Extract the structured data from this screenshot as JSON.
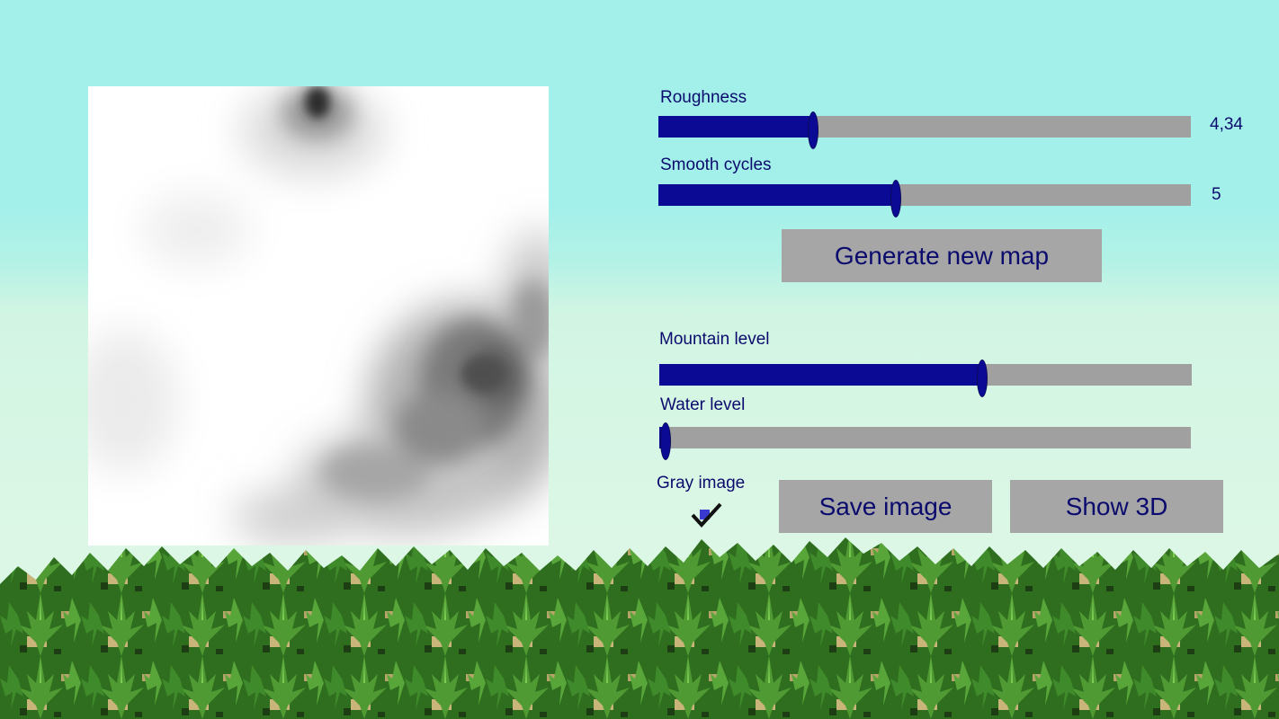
{
  "controls": {
    "roughness": {
      "label": "Roughness",
      "value_text": "4,34",
      "fraction": 0.29
    },
    "smooth_cycles": {
      "label": "Smooth cycles",
      "value_text": "5",
      "fraction": 0.446
    },
    "generate_label": "Generate new map",
    "mountain_level": {
      "label": "Mountain level",
      "fraction": 0.606
    },
    "water_level": {
      "label": "Water level",
      "fraction": 0.012
    },
    "gray_image": {
      "label": "Gray image",
      "checked": true
    },
    "save_label": "Save image",
    "show3d_label": "Show 3D"
  },
  "colors": {
    "sky": "#a3f0ea",
    "slider_fill": "#0a0a94",
    "slider_track": "#a0a0a0",
    "button_bg": "#a6a6a6",
    "text": "#0b0b6e"
  },
  "icons": [
    "checkmark-icon"
  ]
}
